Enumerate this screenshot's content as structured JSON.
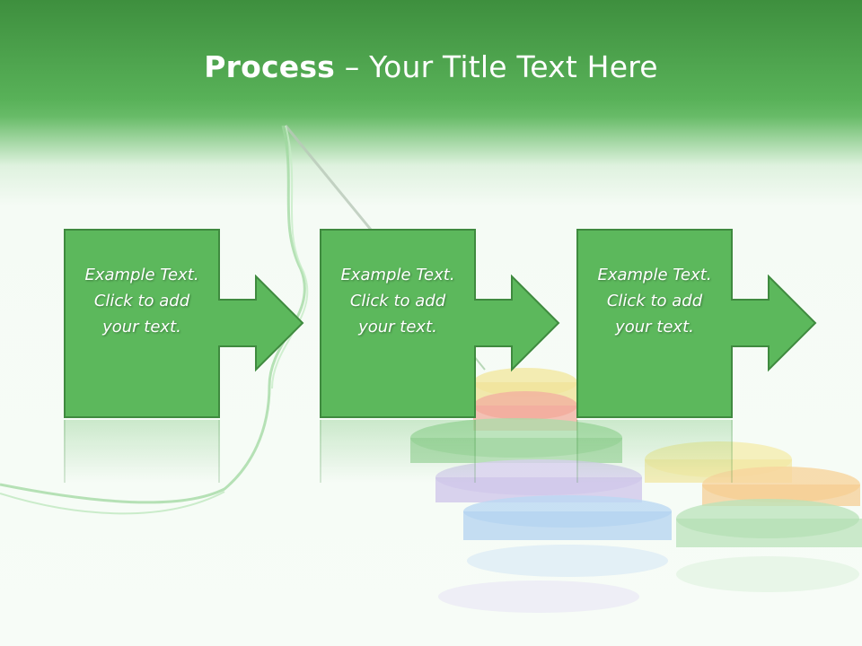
{
  "slide": {
    "title_bold": "Process",
    "title_rest": " – Your Title Text Here"
  },
  "steps": [
    {
      "line1": "Example Text.",
      "line2": "Click  to add",
      "line3": "your text."
    },
    {
      "line1": "Example Text.",
      "line2": "Click  to add",
      "line3": "your text."
    },
    {
      "line1": "Example Text.",
      "line2": "Click  to add",
      "line3": "your text."
    }
  ],
  "colors": {
    "header_green": "#58b158",
    "box_fill": "#5cb85c",
    "box_border": "#3f8a3f",
    "text": "#ffffff"
  },
  "decor_icons": [
    "needle-and-thread-graphic",
    "stacked-buttons-graphic"
  ]
}
